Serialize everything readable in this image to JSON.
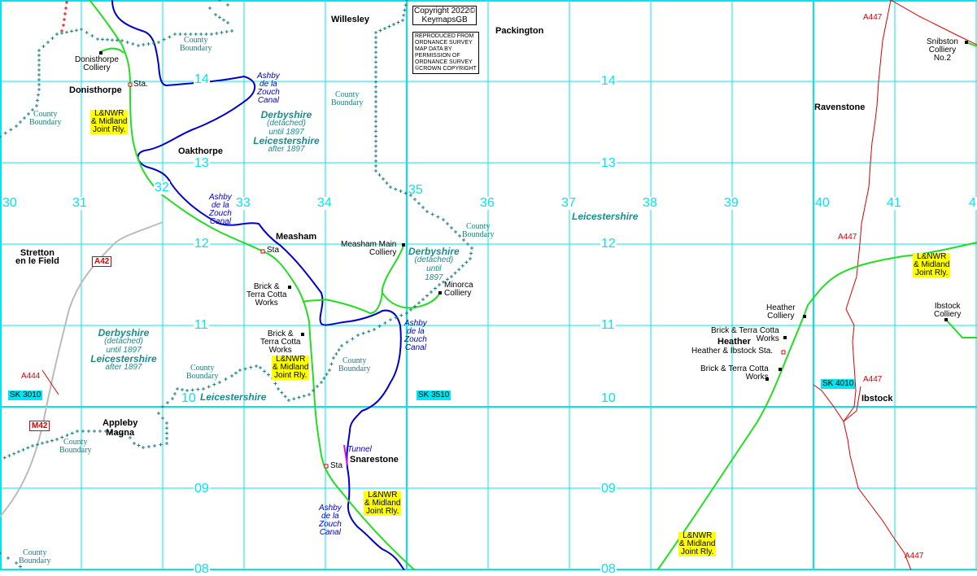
{
  "map": {
    "colors": {
      "grid": "#00e5f0",
      "railway": "#22dd22",
      "canal": "#0000cc",
      "tunnel": "#ee00ee",
      "county_boundary": "#1a8080",
      "road_a": "#dd0000",
      "road_m": "#bbbbbb",
      "rly_label_bg": "#ffff00"
    },
    "eastings": [
      "30",
      "31",
      "32",
      "33",
      "34",
      "35",
      "36",
      "37",
      "38",
      "39",
      "40",
      "41",
      "4"
    ],
    "northings": {
      "n14": "14",
      "n13": "13",
      "n12": "12",
      "n11": "11",
      "n10": "10",
      "n09": "09",
      "n08": "08"
    },
    "sq_labels": [
      "SK 3010",
      "SK 3510",
      "SK 4010"
    ],
    "copyright": {
      "line1": "Copyright 2022©",
      "line2": "KeymapsGB"
    },
    "reproduced": [
      "REPRODUCED FROM",
      "ORDNANCE SURVEY",
      "MAP DATA BY",
      "PERMISSION OF",
      "ORDNANCE SURVEY",
      "©CROWN COPYRIGHT"
    ],
    "places": {
      "willesley": "Willesley",
      "packington": "Packington",
      "donisthorpe": "Donisthorpe",
      "oakthorpe": "Oakthorpe",
      "measham": "Measham",
      "stretton": [
        "Stretton",
        "en le Field"
      ],
      "appleby": [
        "Appleby",
        "Magna"
      ],
      "snarestone": "Snarestone",
      "ravenstone": "Ravenstone",
      "heather": "Heather",
      "ibstock": "Ibstock"
    },
    "features": {
      "donisthorpe_colliery": [
        "Donisthorpe",
        "Colliery"
      ],
      "measham_main_colliery": [
        "Measham Main",
        "Colliery"
      ],
      "minorca_colliery": [
        "Minorca",
        "Colliery"
      ],
      "brick_works_1": [
        "Brick &",
        "Terra Cotta",
        "Works"
      ],
      "brick_works_2": [
        "Brick &",
        "Terra Cotta",
        "Works"
      ],
      "snibston_colliery": [
        "Snibston",
        "Colliery",
        "No.2"
      ],
      "heather_colliery": [
        "Heather",
        "Colliery"
      ],
      "heather_brick_1": [
        "Brick & Terra Cotta",
        "Works"
      ],
      "heather_brick_2": [
        "Brick & Terra Cotta",
        "Works"
      ],
      "heather_ibstock_sta": "Heather & Ibstock Sta.",
      "ibstock_colliery": [
        "Ibstock",
        "Colliery"
      ],
      "sta_donisthorpe": "Sta.",
      "sta_measham": "Sta",
      "sta_snarestone": "Sta",
      "tunnel": "Tunnel"
    },
    "county_boundary_label": [
      "County",
      "Boundary"
    ],
    "canal_label": [
      "Ashby",
      "de la",
      "Zouch",
      "Canal"
    ],
    "railway_label": [
      "L&NWR",
      "& Midland",
      "Joint Rly."
    ],
    "counties": {
      "derbyshire": "Derbyshire",
      "leicestershire": "Leicestershire",
      "detached": "(detached)",
      "until_1897": "until 1897",
      "until": "until",
      "year": "1897",
      "after_1897": "after 1897"
    },
    "roads": {
      "a447": "A447",
      "a444": "A444",
      "a42": "A42",
      "m42": "M42"
    }
  }
}
